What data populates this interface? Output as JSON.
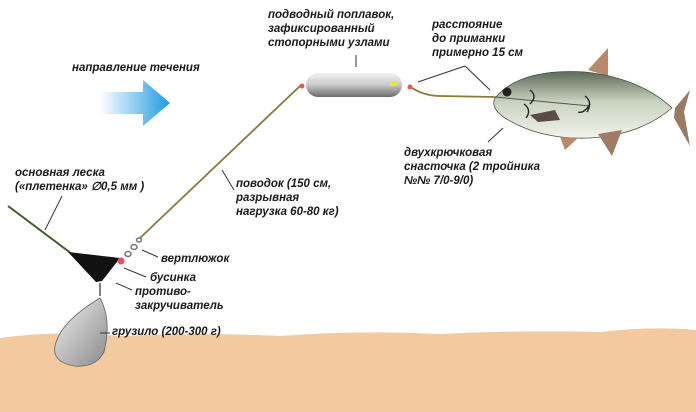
{
  "current_label": "направление течения",
  "labels": {
    "main_line": [
      "основная леска",
      "(«плетенка» ∅0,5 мм )"
    ],
    "leader": [
      "поводок (150 см,",
      "разрывная",
      "нагрузка 60-80 кг)"
    ],
    "swivel": "вертлюжок",
    "bead": "бусинка",
    "anti_twist": [
      "противо-",
      "закручиватель"
    ],
    "sinker": "грузило (200-300 г)",
    "float": [
      "подводный поплавок,",
      "зафиксированный",
      "стопорными узлами"
    ],
    "distance": [
      "расстояние",
      "до приманки",
      "примерно 15 см"
    ],
    "hooks": [
      "двухкрючковая",
      "снасточка (2 тройника",
      "№№ 7/0-9/0)"
    ]
  },
  "colors": {
    "line": "#3f5a2a",
    "leader": "#8a7a3a",
    "arrow": "#1e9be0",
    "sand": "#f3caa0",
    "bead": "#e8505a"
  }
}
